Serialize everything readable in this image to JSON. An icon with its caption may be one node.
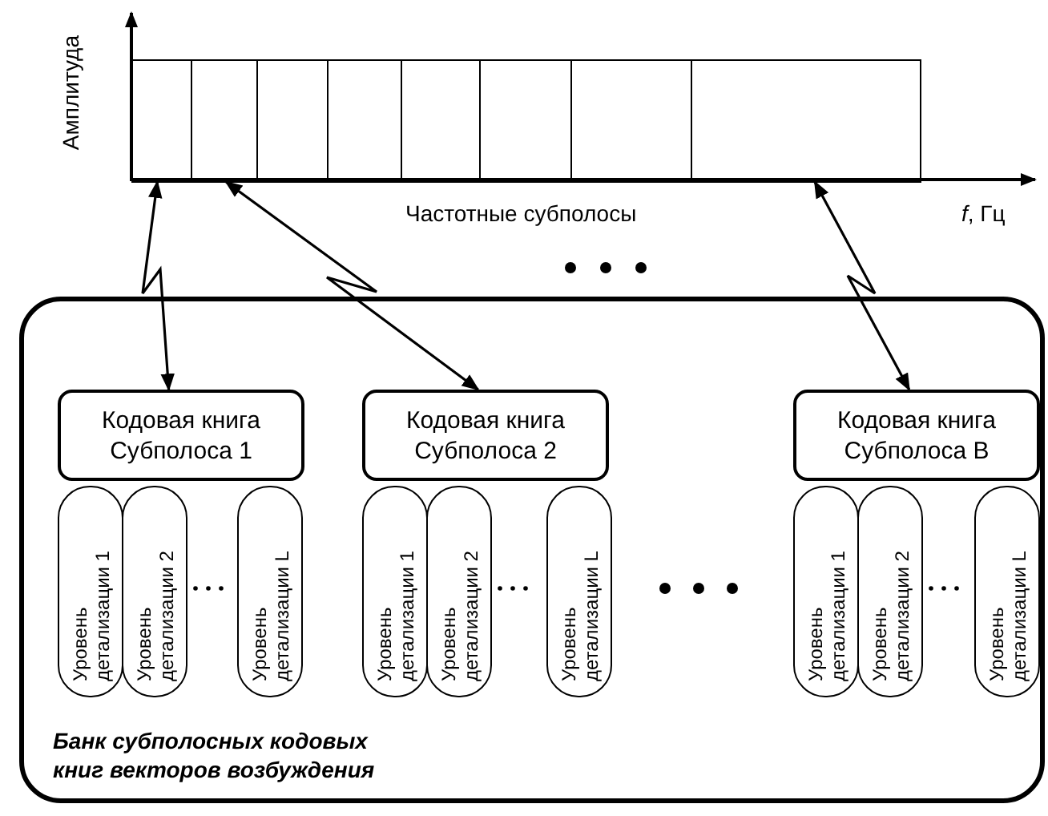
{
  "diagram": {
    "nodes": [
      {
        "text": [],
        "shape": "box"
      },
      {
        "text": [],
        "shape": "box"
      },
      {
        "text": [],
        "shape": "box"
      },
      {
        "text": [],
        "shape": "box"
      },
      {
        "text": [],
        "shape": "box"
      },
      {
        "text": [],
        "shape": "box"
      },
      {
        "text": [],
        "shape": "box"
      },
      {
        "text": [],
        "shape": "box"
      },
      {
        "text": [
          "Банк субполосных кодовых книг векторов возбуждения"
        ]
      },
      {
        "text": [
          "Кодовая книга Субполоса 1"
        ],
        "in": 8
      },
      {
        "text": [
          "Уровень детализации 1"
        ],
        "in": 8
      },
      {
        "text": [
          "Уровень детализации 2"
        ],
        "in": 8
      },
      {
        "text": [
          "Уровень детализации L"
        ],
        "in": 8
      },
      {
        "text": [
          "Кодовая книга Субполоса 2"
        ],
        "in": 8
      },
      {
        "text": [
          "Уровень детализации 1"
        ],
        "in": 8
      },
      {
        "text": [
          "Уровень детализации 2"
        ],
        "in": 8
      },
      {
        "text": [
          "Уровень детализации L"
        ],
        "in": 8
      },
      {
        "text": [
          "Кодовая книга Субполоса B"
        ],
        "in": 8
      },
      {
        "text": [
          "Уровень детализации 1"
        ],
        "in": 8
      },
      {
        "text": [
          "Уровень детализации 2"
        ],
        "in": 8
      },
      {
        "text": [
          "Уровень детализации L"
        ],
        "in": 8
      }
    ],
    "edges": [
      {
        "from": 0,
        "to": 9,
        "arrow": "both"
      },
      {
        "from": 1,
        "to": 13,
        "arrow": "both"
      },
      {
        "from": 7,
        "to": 17,
        "arrow": "both"
      }
    ],
    "labels": [
      "Амплитуда",
      "Частотные субполосы",
      "*f*, Гц"
    ]
  }
}
